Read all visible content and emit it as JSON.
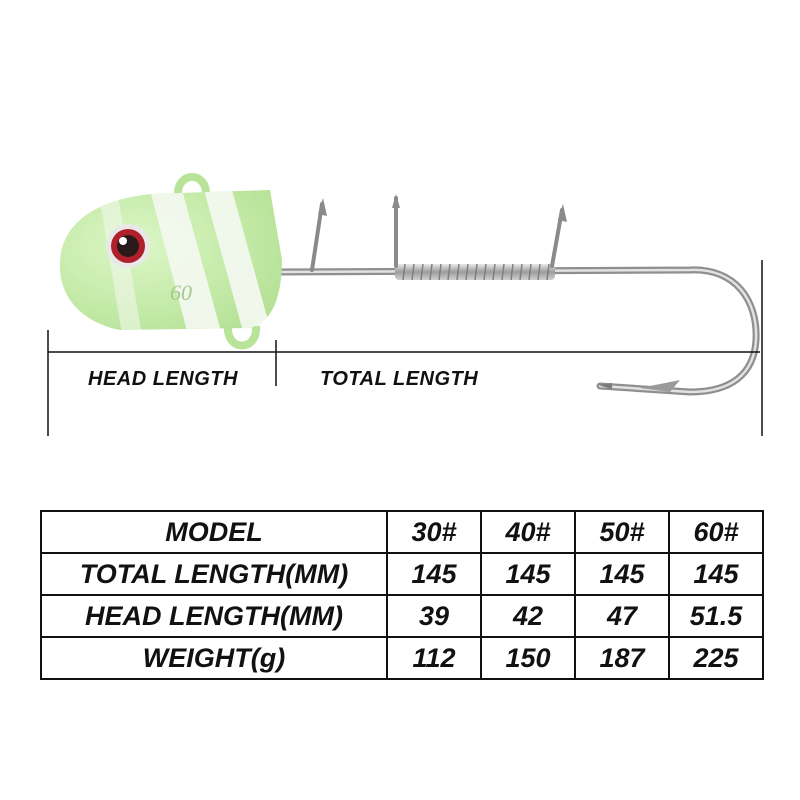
{
  "product": {
    "head_marking": "60",
    "colors": {
      "head_glow": "#c6f0a6",
      "head_stripe": "#f2f8ee",
      "eye_ring": "#b0202a",
      "hook_steel": "#9a9a9a",
      "ink": "#111111"
    }
  },
  "dimensions": {
    "head_label": "HEAD LENGTH",
    "total_label": "TOTAL LENGTH"
  },
  "spec_table": {
    "header": [
      "MODEL",
      "30#",
      "40#",
      "50#",
      "60#"
    ],
    "rows": [
      {
        "label": "TOTAL LENGTH(MM)",
        "values": [
          "145",
          "145",
          "145",
          "145"
        ]
      },
      {
        "label": "HEAD LENGTH(MM)",
        "values": [
          "39",
          "42",
          "47",
          "51.5"
        ]
      },
      {
        "label": "WEIGHT(g)",
        "values": [
          "112",
          "150",
          "187",
          "225"
        ]
      }
    ]
  }
}
